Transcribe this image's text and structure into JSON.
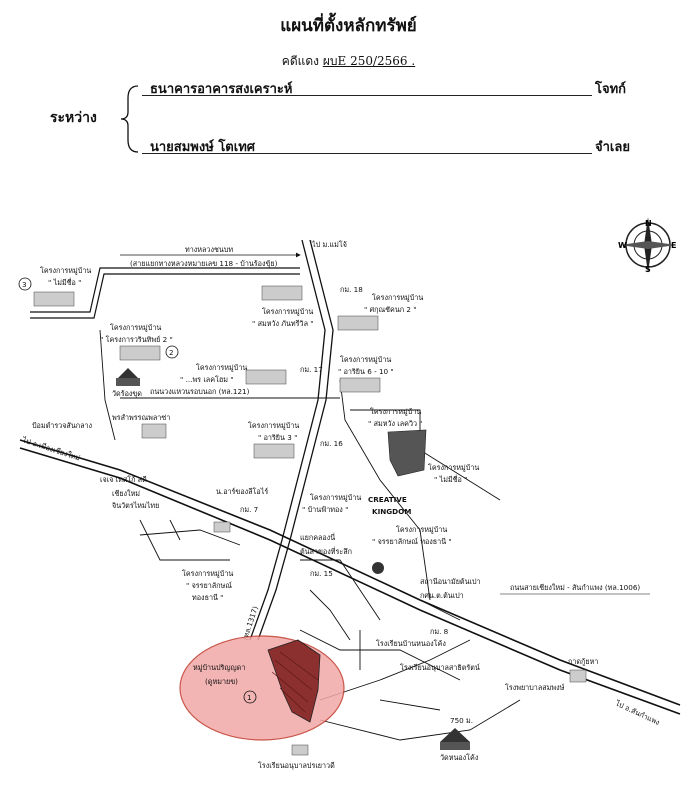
{
  "header": {
    "title": "แผนที่ตั้งหลักทรัพย์",
    "case_prefix": "คดีแดง",
    "case_number": "ผบE 250/2566 ."
  },
  "parties": {
    "between_label": "ระหว่าง",
    "plaintiff_name": "ธนาคารอาคารสงเคราะห์",
    "plaintiff_role": "โจทก์",
    "defendant_name": "นายสมพงษ์ โตเทศ",
    "defendant_role": "จำเลย"
  },
  "compass": {
    "n": "N",
    "s": "S",
    "e": "E",
    "w": "W"
  },
  "map": {
    "roads": {
      "top_road_name": "ทางหลวงชนบท",
      "top_road_detail": "(สายแยกทางหลวงหมายเลข 118 - บ้านร้องขุ้ย)",
      "to_maejo": "ไป ม.แม่โจ้",
      "ring_road": "ถนนวงแหวนรอบนอก (ทล.121)",
      "to_chiangmai": "ไป อ.เมืองเชียงใหม่",
      "sankamphaeng_road": "ถนนสายเชียงใหม่ - สันกำแพง (ทล.1006)",
      "to_sankamphaeng": "ไป อ.สันกำแพง",
      "route_1317": "(ทล.1317)",
      "distance": "750 ม."
    },
    "labels": {
      "project_3_title": "โครงการหมู่บ้าน",
      "project_3_name": "\" ไม่มีชื่อ \"",
      "num_3": "3",
      "project_2_title": "โครงการหมู่บ้าน",
      "project_2_name": "\" โครงการวรินทิพย์ 2 \"",
      "num_2": "2",
      "wat_rongsu": "วัดร้องขุด",
      "project_sp_title": "โครงการหมู่บ้าน",
      "project_sp_name": "\" ...พร เลคโฮม \"",
      "km_18": "กม. 18",
      "project_sw_title": "โครงการหมู่บ้าน",
      "project_sw_name": "\" สมหวัง ภันทรีวิล \"",
      "project_kn_title": "โครงการหมู่บ้าน",
      "project_kn_name": "\" ศกุณชัคนก 2 \"",
      "km_17": "กม. 17",
      "project_ar_title": "โครงการหมู่บ้าน",
      "project_ar_name": "\" อาริยิน 6 - 10 \"",
      "police": "ป้อมตำรวจสันกลาง",
      "store": "พรสำพรรณพลาซ่า",
      "project_ar3_title": "โครงการหมู่บ้าน",
      "project_ar3_name": "\" อาริยิน 3 \"",
      "project_lk_title": "โครงการหมู่บ้าน",
      "project_lk_name": "\" สมหวัง เลควิว \"",
      "km_16": "กม. 16",
      "project_nn_title": "โครงการหมู่บ้าน",
      "project_nn_name": "\" ไม่มีชื่อ \"",
      "tesco": "เจเจ เทสโก้ สดี",
      "chiangmai_lbl": "เชียงใหม่",
      "chinwat": "จินวัตรไหมไทย",
      "nao": "น.อาร์ของลีโอไร์",
      "km_7": "กม. 7",
      "project_pt_title": "โครงการหมู่บ้าน",
      "project_pt_name": "\" บ้านฟ้าทอง \"",
      "creative": "CREATIVE",
      "kingdom": "KINGDOM",
      "lake_junction": "แยกคลองนี่",
      "project_js_title": "โครงการหมู่บ้าน",
      "project_js_name": "\" จรรยาลักษณ์ ทองธานี \"",
      "sankamphaeng_market": "ต้นสาของที่ระลึก",
      "km_15": "กม. 15",
      "project_jl_title": "โครงการหมู่บ้าน",
      "project_jl_name": "\" จรรยาลักษณ์",
      "project_jl_name2": "ทองธานี \"",
      "station": "สถานีอนามัยต้นเปา",
      "subdistrict": "กศน.ต.ต้นเปา",
      "km_8": "กม. 8",
      "school_1": "โรงเรียนบ้านหนองโค้ง",
      "school_2": "โรงเรียนอนุบาลสาธิตรัตน์",
      "temple_right": "กาดกู้ยหา",
      "hotel": "โรงพยาบาลสมพงษ์",
      "wat_nongkong": "วัดหนองโค้ง",
      "school_3": "โรงเรียนอนุบาลปรเยาวดี",
      "subject_line1": "หมู่บ้านปริญญดา",
      "subject_line2": "(ดูหมายข)",
      "subject_num": "1"
    }
  }
}
